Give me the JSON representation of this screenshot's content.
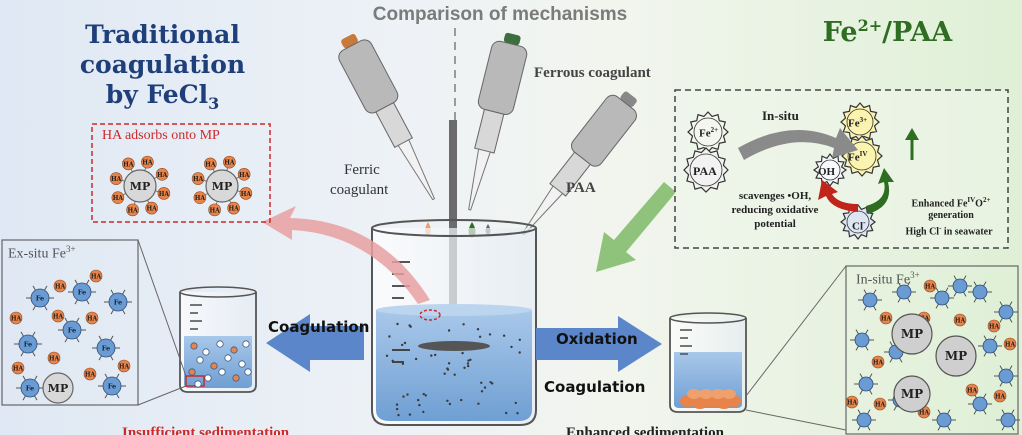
{
  "titles": {
    "left_main": "Traditional coagulation by FeCl",
    "left_sub": "3",
    "center": "Comparison of mechanisms",
    "right_main": "Fe",
    "right_sup": "2+",
    "right_tail": "/PAA"
  },
  "labels": {
    "ferric_coagulant_1": "Ferric",
    "ferric_coagulant_2": "coagulant",
    "ferrous_coagulant": "Ferrous coagulant",
    "paa": "PAA",
    "ha_adsorbs": "HA adsorbs onto MP",
    "ex_situ": "Ex-situ Fe",
    "ex_situ_sup": "3+",
    "in_situ_fe3": "In-situ Fe",
    "in_situ_fe3_sup": "3+",
    "coagulation_left": "Coagulation",
    "oxidation": "Oxidation",
    "coagulation_right": "Coagulation",
    "bottom_left": "Insufficient sedimentation",
    "bottom_right": "Enhanced sedimentation"
  },
  "mechanism": {
    "in_situ": "In-situ",
    "fe2": "Fe",
    "fe2_sup": "2+",
    "fe3": "Fe",
    "fe3_sup": "3+",
    "fe4": "Fe",
    "fe4_sup": "IV",
    "paa": "PAA",
    "oh": "OH",
    "cl": "Cl",
    "cl_sup": "-",
    "scav_1": "scavenges •OH,",
    "scav_2": "reducing oxidative",
    "scav_3": "potential",
    "enh_1a": "Enhanced Fe",
    "enh_1b": "IV",
    "enh_1c": "O",
    "enh_1d": "2+",
    "enh_2": "generation",
    "enh_3a": "High Cl",
    "enh_3b": "-",
    "enh_3c": " in seawater"
  },
  "particles": {
    "mp": "MP",
    "ha": "HA",
    "fe3": "Fe",
    "fe3_sup": "3+"
  },
  "colors": {
    "title_blue": "#1f3f7a",
    "title_green": "#2f6d23",
    "arrow_blue": "#5b86c9",
    "arrow_pink": "#e8a0a2",
    "arrow_green": "#8fc27a",
    "ha_orange": "#e8834a",
    "fe_blue": "#6a9bd2",
    "water_blue": "#8fb6e0",
    "red_dash": "#cc2a2a"
  }
}
